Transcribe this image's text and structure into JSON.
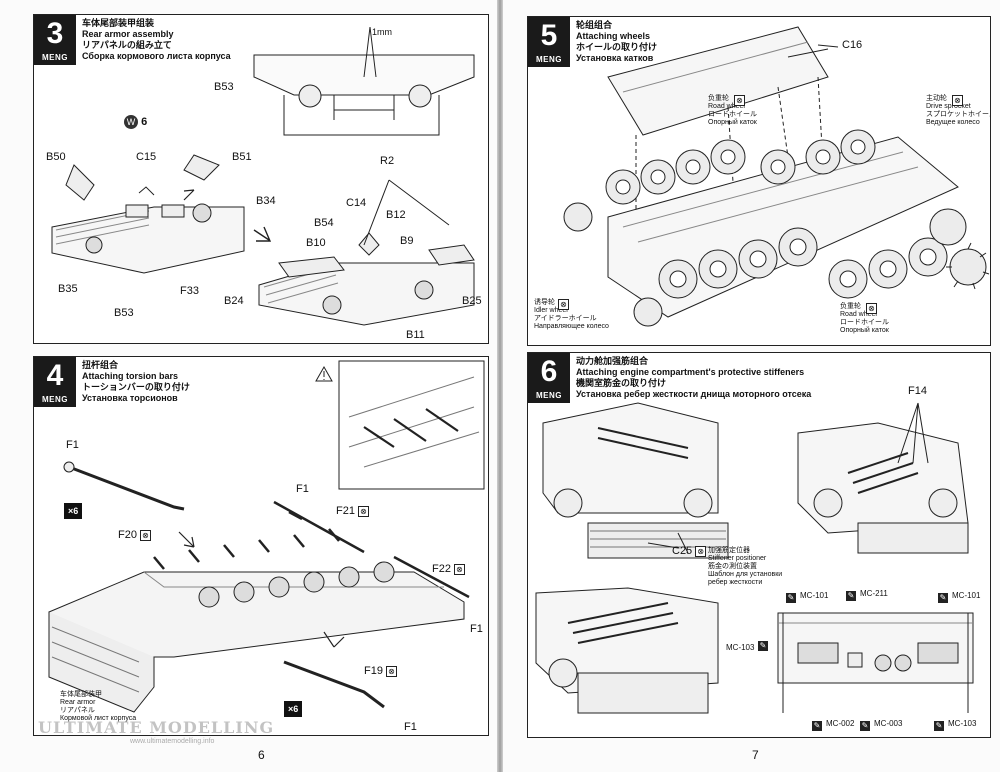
{
  "pages": {
    "left_number": "6",
    "right_number": "7"
  },
  "brand": "MENG",
  "watermark": {
    "main": "ULTIMATE MODELLING",
    "sub": "www.ultimatemodelling.info"
  },
  "steps": {
    "s3": {
      "number": "3",
      "title_cn": "车体尾部装甲组装",
      "title_en": "Rear armor assembly",
      "title_jp": "リアパネルの組み立て",
      "title_ru": "Сборка кормового листа корпуса",
      "labels": {
        "b53a": "B53",
        "mm": "1mm",
        "w6": "W",
        "w6n": "6",
        "b50": "B50",
        "c15": "C15",
        "b51": "B51",
        "b34": "B34",
        "r2": "R2",
        "c14": "C14",
        "b12": "B12",
        "b54": "B54",
        "b10": "B10",
        "b9": "B9",
        "b24": "B24",
        "b25": "B25",
        "b11": "B11",
        "b35": "B35",
        "f33": "F33",
        "b53b": "B53"
      }
    },
    "s4": {
      "number": "4",
      "title_cn": "扭杆组合",
      "title_en": "Attaching torsion bars",
      "title_jp": "トーションバーの取り付け",
      "title_ru": "Установка торсионов",
      "labels": {
        "f1a": "F1",
        "x6a": "×6",
        "f20": "F20",
        "f1b": "F1",
        "f21": "F21",
        "f22": "F22",
        "f1c": "F1",
        "f19": "F19",
        "x6b": "×6",
        "f1d": "F1"
      },
      "rear_cn": "车体尾部装甲",
      "rear_en": "Rear armor",
      "rear_jp": "リアパネル",
      "rear_ru": "Кормовой лист корпуса"
    },
    "s5": {
      "number": "5",
      "title_cn": "轮组组合",
      "title_en": "Attaching wheels",
      "title_jp": "ホイールの取り付け",
      "title_ru": "Установка катков",
      "labels": {
        "c16": "C16"
      },
      "road_top": {
        "cn": "负重轮",
        "en": "Road wheel",
        "jp": "ロードホイール",
        "ru": "Опорный каток"
      },
      "sprocket": {
        "cn": "主动轮",
        "en": "Drive sprocket",
        "jp": "スプロケットホイール",
        "ru": "Ведущее колесо"
      },
      "idler": {
        "cn": "诱导轮",
        "en": "Idler wheel",
        "jp": "アイドラーホイール",
        "ru": "Направляющее колесо"
      },
      "road_bot": {
        "cn": "负重轮",
        "en": "Road wheel",
        "jp": "ロードホイール",
        "ru": "Опорный каток"
      }
    },
    "s6": {
      "number": "6",
      "title_cn": "动力舱加强筋组合",
      "title_en": "Attaching engine compartment's protective stiffeners",
      "title_jp": "機関室筋金の取り付け",
      "title_ru": "Установка ребер жесткости днища моторного отсека",
      "labels": {
        "f14": "F14",
        "c25": "C25",
        "mc101a": "MC-101",
        "mc211": "MC-211",
        "mc101b": "MC-101",
        "mc103a": "MC-103",
        "mc002": "MC-002",
        "mc003": "MC-003",
        "mc103b": "MC-103"
      },
      "positioner": {
        "cn": "加强筋定位器",
        "en": "Stiffener positioner",
        "jp": "筋金の測位装置",
        "ru1": "Шаблон для установки",
        "ru2": "ребер жесткости"
      }
    }
  }
}
